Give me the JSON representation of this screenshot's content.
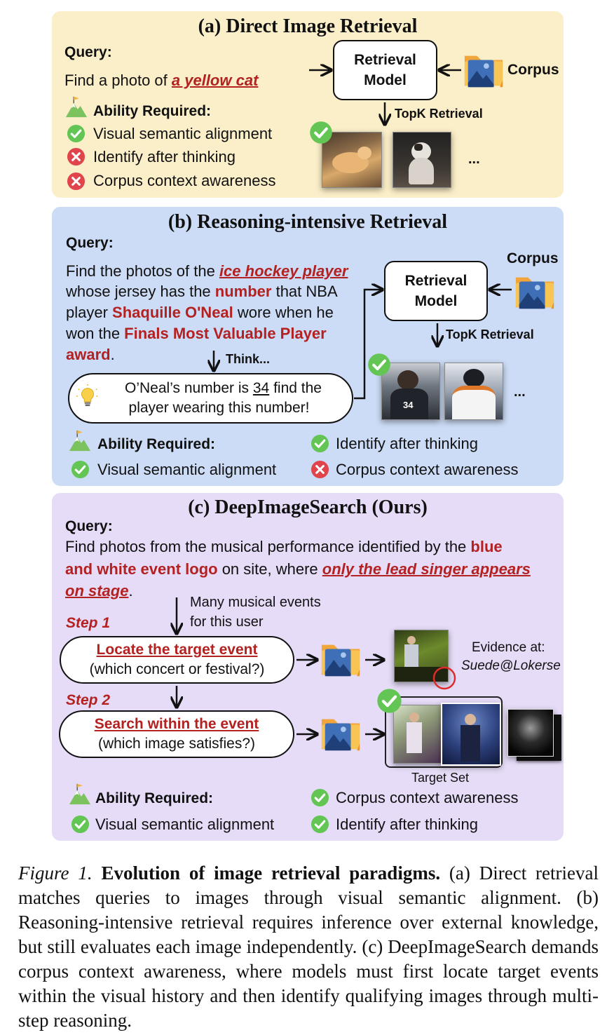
{
  "panel_a": {
    "title": "(a) Direct Image Retrieval",
    "query_label": "Query:",
    "query_prefix": "Find a photo of ",
    "query_highlight": "a yellow cat",
    "model_line1": "Retrieval",
    "model_line2": "Model",
    "corpus": "Corpus",
    "topk": "TopK Retrieval",
    "ability_label": "Ability Required:",
    "abilities": [
      "Visual semantic alignment",
      "Identify after thinking",
      "Corpus context awareness"
    ],
    "ellipsis": "..."
  },
  "panel_b": {
    "title": "(b) Reasoning-intensive Retrieval",
    "query_label": "Query:",
    "q1_pre": "Find the photos of the ",
    "q1_hl": "ice hockey player",
    "q2_pre": "whose jersey has the ",
    "q2_hl": "number",
    "q2_post": " that NBA",
    "q3_pre": "player ",
    "q3_hl": "Shaquille O'Neal",
    "q3_post": " wore when he",
    "q4_pre": "won the ",
    "q4_hl": "Finals Most Valuable Player",
    "q5_hl": "award",
    "q5_post": ".",
    "think": "Think...",
    "thought1_pre": "O’Neal’s number is ",
    "thought1_num": "34",
    "thought1_post": " find the",
    "thought2": "player wearing this number!",
    "model_line1": "Retrieval",
    "model_line2": "Model",
    "corpus": "Corpus",
    "topk": "TopK Retrieval",
    "ability_label": "Ability Required:",
    "abilities_left": [
      "Visual semantic alignment"
    ],
    "abilities_right": [
      "Identify after thinking",
      "Corpus context awareness"
    ],
    "ellipsis": "..."
  },
  "panel_c": {
    "title": "(c) DeepImageSearch (Ours)",
    "query_label": "Query:",
    "q1_pre": "Find photos from the musical performance identified by the ",
    "q1_hl": "blue",
    "q2_hl": "and white event logo",
    "q2_mid": " on site, where ",
    "q2_hl2": "only the lead singer appears",
    "q3_hl": "on stage",
    "q3_post": ".",
    "note1": "Many musical events",
    "note2": "for this user",
    "step1": "Step 1",
    "step1_title": "Locate the target event",
    "step1_sub": "(which concert or festival?)",
    "evidence1": "Evidence at:",
    "evidence2": "Suede@Lokerse",
    "step2": "Step 2",
    "step2_title": "Search within the event",
    "step2_sub": "(which image satisfies?)",
    "target_set": "Target Set",
    "ability_label": "Ability Required:",
    "abilities_left": [
      "Visual semantic alignment"
    ],
    "abilities_right": [
      "Corpus context awareness",
      "Identify after thinking"
    ]
  },
  "caption": {
    "fig": "Figure 1.",
    "bold": "Evolution of image retrieval paradigms.",
    "text": " (a) Direct retrieval matches queries to images through visual semantic alignment. (b) Reasoning-intensive retrieval requires inference over external knowledge, but still evaluates each image independently. (c) DeepImageSearch demands corpus context awareness, where models must first locate target events within the visual history and then identify qualifying images through multi-step reasoning."
  },
  "colors": {
    "panel_a_bg": "#fbefc9",
    "panel_b_bg": "#cddcf6",
    "panel_c_bg": "#e6dcf8",
    "highlight_red": "#b32121",
    "check_green": "#62c554",
    "cross_red": "#e0454b"
  },
  "icons": [
    "folder-image-icon",
    "check-icon",
    "cross-icon",
    "mountain-flag-icon",
    "lightbulb-icon"
  ]
}
